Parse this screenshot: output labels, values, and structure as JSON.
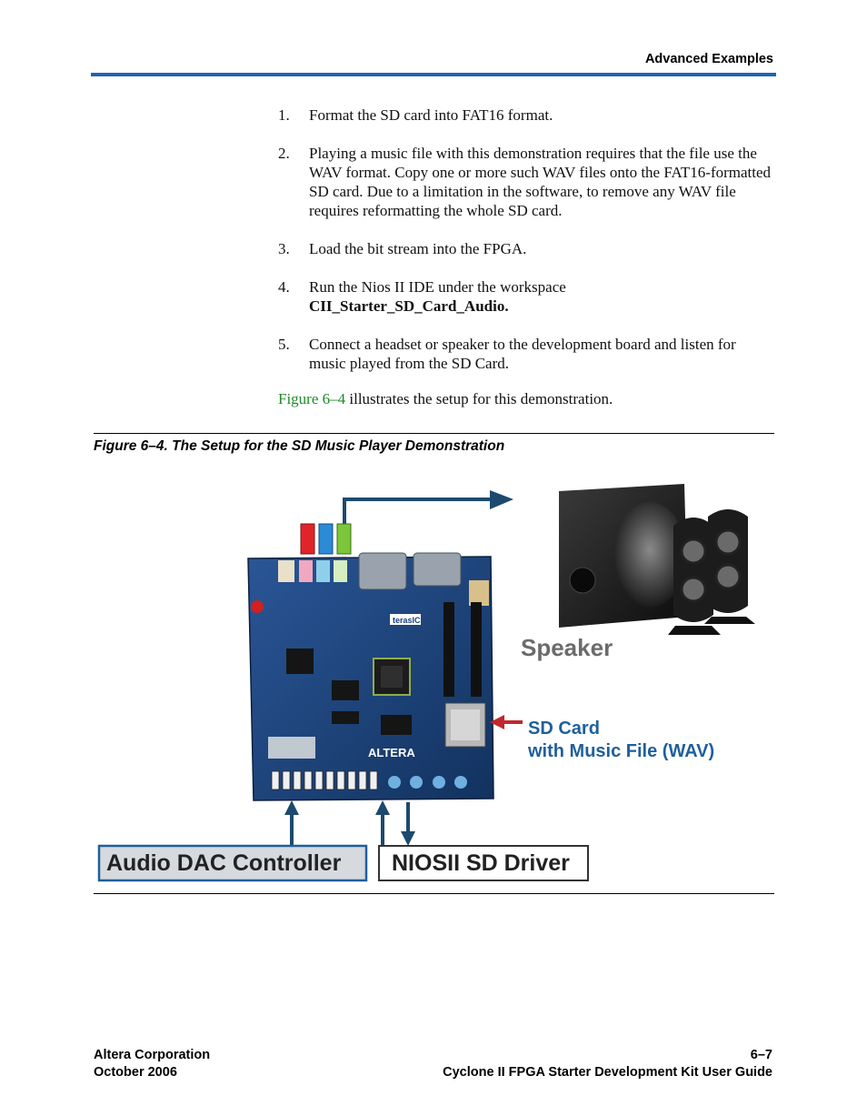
{
  "header": {
    "title": "Advanced Examples"
  },
  "steps": [
    {
      "num": "1.",
      "text": "Format the SD card into FAT16 format."
    },
    {
      "num": "2.",
      "text": "Playing a music file with this demonstration requires that the file use the WAV format. Copy one or more such WAV files onto the FAT16-formatted SD card. Due to a limitation in the software, to remove any WAV file requires reformatting the whole SD card."
    },
    {
      "num": "3.",
      "text": "Load the bit stream into the FPGA."
    },
    {
      "num": "4.",
      "text_before": "Run the Nios II IDE under the workspace",
      "bold": "CII_Starter_SD_Card_Audio."
    },
    {
      "num": "5.",
      "text": "Connect a headset or speaker to the development board and listen for music played from the SD Card."
    }
  ],
  "figure_ref": {
    "link": "Figure 6–4",
    "rest": " illustrates the setup for this demonstration."
  },
  "figure": {
    "caption": "Figure 6–4. The Setup for the SD Music Player Demonstration",
    "speaker_label": "Speaker",
    "sd_label_line1": "SD Card",
    "sd_label_line2": "with Music File (WAV)",
    "box_audio": "Audio DAC Controller",
    "box_nios": "NIOSII SD Driver",
    "board_brand": "ALTERA",
    "board_maker": "terasIC",
    "colors": {
      "arrow": "#1c4a6e",
      "sd_arrow": "#c0282e",
      "label_blue": "#1f5f9c",
      "board": "#1a3f78"
    }
  },
  "footer": {
    "left_line1": "Altera Corporation",
    "left_line2": "October 2006",
    "right_line1": "6–7",
    "right_line2": "Cyclone II FPGA Starter Development Kit User Guide"
  }
}
